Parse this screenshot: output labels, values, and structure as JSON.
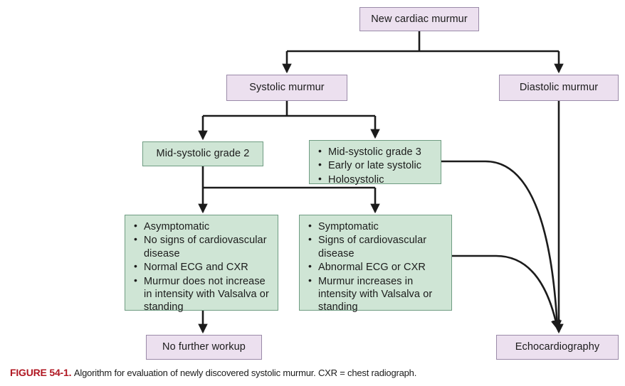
{
  "figure": {
    "label": "FIGURE 54-1.",
    "caption": "Algorithm for evaluation of newly discovered systolic murmur. CXR = chest radiograph."
  },
  "colors": {
    "purple_fill": "#ece0ef",
    "purple_border": "#9a8aa8",
    "green_fill": "#cfe5d5",
    "green_border": "#6f9c82",
    "connector": "#1b1b1b",
    "caption_label": "#b01722",
    "text": "#1b1b1b",
    "background": "#ffffff"
  },
  "chart_data": {
    "type": "diagram",
    "title": "Algorithm for evaluation of newly discovered systolic murmur",
    "nodes": [
      {
        "id": "new-cardiac-murmur",
        "label": "New cardiac murmur",
        "style": "purple"
      },
      {
        "id": "systolic-murmur",
        "label": "Systolic murmur",
        "style": "purple"
      },
      {
        "id": "diastolic-murmur",
        "label": "Diastolic murmur",
        "style": "purple"
      },
      {
        "id": "mid-systolic-grade-2",
        "label": "Mid-systolic grade 2",
        "style": "green"
      },
      {
        "id": "mid-systolic-grade-3",
        "style": "green",
        "items": [
          "Mid-systolic grade 3",
          "Early or late systolic",
          "Holosystolic"
        ]
      },
      {
        "id": "benign-features",
        "style": "green",
        "items": [
          "Asymptomatic",
          "No signs of cardiovascular disease",
          "Normal ECG and CXR",
          "Murmur does not increase in intensity with Valsalva or standing"
        ]
      },
      {
        "id": "concerning-features",
        "style": "green",
        "items": [
          "Symptomatic",
          "Signs of cardiovascular disease",
          "Abnormal ECG or CXR",
          "Murmur increases in intensity with Valsalva or standing"
        ]
      },
      {
        "id": "no-further-workup",
        "label": "No further workup",
        "style": "purple"
      },
      {
        "id": "echocardiography",
        "label": "Echocardiography",
        "style": "purple"
      }
    ],
    "edges": [
      {
        "from": "new-cardiac-murmur",
        "to": "systolic-murmur"
      },
      {
        "from": "new-cardiac-murmur",
        "to": "diastolic-murmur"
      },
      {
        "from": "systolic-murmur",
        "to": "mid-systolic-grade-2"
      },
      {
        "from": "systolic-murmur",
        "to": "mid-systolic-grade-3"
      },
      {
        "from": "mid-systolic-grade-2",
        "to": "benign-features"
      },
      {
        "from": "mid-systolic-grade-2",
        "to": "concerning-features"
      },
      {
        "from": "mid-systolic-grade-3",
        "to": "echocardiography"
      },
      {
        "from": "benign-features",
        "to": "no-further-workup"
      },
      {
        "from": "concerning-features",
        "to": "echocardiography"
      },
      {
        "from": "diastolic-murmur",
        "to": "echocardiography"
      }
    ]
  },
  "nodes": {
    "new_cardiac_murmur": {
      "label": "New cardiac murmur"
    },
    "systolic_murmur": {
      "label": "Systolic murmur"
    },
    "diastolic_murmur": {
      "label": "Diastolic murmur"
    },
    "mid_systolic_grade_2": {
      "label": "Mid-systolic grade 2"
    },
    "mid_systolic_grade_3": {
      "items": [
        "Mid-systolic grade 3",
        "Early or late systolic",
        "Holosystolic"
      ]
    },
    "benign_features": {
      "items": [
        "Asymptomatic",
        "No signs of cardiovascular disease",
        "Normal ECG and CXR",
        "Murmur does not increase in intensity with Valsalva or standing"
      ]
    },
    "concerning_features": {
      "items": [
        "Symptomatic",
        "Signs of cardiovascular disease",
        "Abnormal ECG or CXR",
        "Murmur increases in intensity with Valsalva or standing"
      ]
    },
    "no_further_workup": {
      "label": "No further workup"
    },
    "echocardiography": {
      "label": "Echocardiography"
    }
  }
}
